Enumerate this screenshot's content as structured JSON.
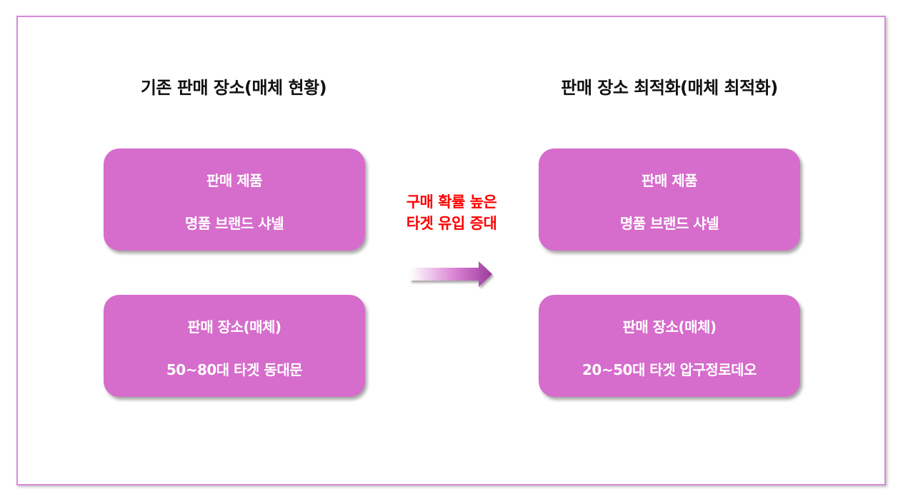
{
  "left_column": {
    "title": "기존 판매 장소(매체 현황)",
    "cards": [
      {
        "line1": "판매 제품",
        "line2": "명품 브랜드 샤넬"
      },
      {
        "line1": "판매 장소(매체)",
        "line2": "50~80대 타겟 동대문"
      }
    ]
  },
  "right_column": {
    "title": "판매 장소 최적화(매체 최적화)",
    "cards": [
      {
        "line1": "판매 제품",
        "line2": "명품 브랜드 샤넬"
      },
      {
        "line1": "판매 장소(매체)",
        "line2": "20~50대 타겟 압구정로데오"
      }
    ]
  },
  "transition": {
    "line1": "구매 확률 높은",
    "line2": "타겟 유입 증대",
    "text_color": "#ff0000",
    "arrow_icon": "right-arrow-icon"
  },
  "colors": {
    "card_fill": "#d66ccb",
    "frame_border": "#d98ad8",
    "arrow_start": "#ffffff",
    "arrow_end": "#a03aa0"
  }
}
